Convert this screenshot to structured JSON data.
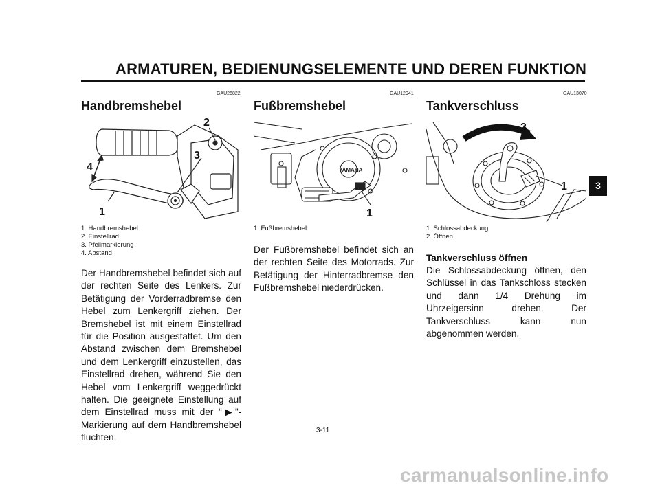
{
  "header": {
    "title": "ARMATUREN, BEDIENUNGSELEMENTE UND DEREN FUNKTION"
  },
  "sections": [
    {
      "code": "GAU26822",
      "title": "Handbremshebel",
      "callouts": [
        "1",
        "2",
        "3",
        "4"
      ],
      "captions": [
        "1. Handbremshebel",
        "2. Einstellrad",
        "3. Pfeilmarkierung",
        "4. Abstand"
      ],
      "body": "Der Handbremshebel befindet sich auf der rechten Seite des Lenkers. Zur Betätigung der Vorderradbremse den Hebel zum Lenkergriff ziehen. Der Bremshebel ist mit einem Einstellrad für die Position ausgestattet. Um den Abstand zwischen dem Bremshebel und dem Lenkergriff einzustellen, das Einstellrad drehen, während Sie den Hebel vom Lenkergriff weggedrückt halten. Die geeignete Einstellung auf dem Einstellrad muss mit der “▶”-Markierung auf dem Handbremshebel fluchten."
    },
    {
      "code": "GAU12941",
      "title": "Fußbremshebel",
      "callouts": [
        "1"
      ],
      "captions": [
        "1. Fußbremshebel"
      ],
      "body": "Der Fußbremshebel befindet sich an der rechten Seite des Motorrads. Zur Betätigung der Hinterradbremse den Fußbremshebel niederdrücken."
    },
    {
      "code": "GAU13070",
      "title": "Tankverschluss",
      "callouts": [
        "1",
        "2"
      ],
      "captions": [
        "1. Schlossabdeckung",
        "2. Öffnen"
      ],
      "subheading": "Tankverschluss öffnen",
      "body": "Die Schlossabdeckung öffnen, den Schlüssel in das Tankschloss stecken und dann 1/4 Drehung im Uhrzeigersinn drehen. Der Tankverschluss kann nun abgenommen werden."
    }
  ],
  "tab": "3",
  "page_number": "3-11",
  "watermark": "carmanualsonline.info"
}
